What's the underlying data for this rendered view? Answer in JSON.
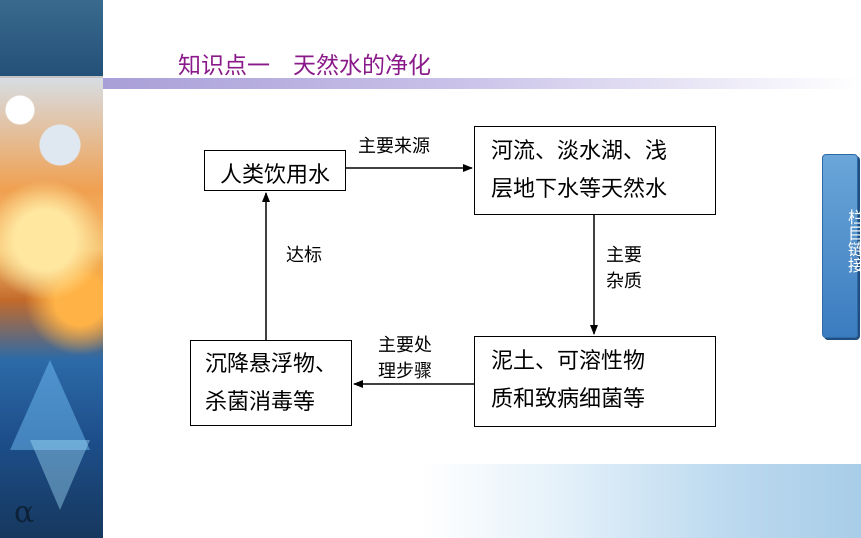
{
  "header": {
    "title": "知识点一　天然水的净化"
  },
  "nav": {
    "label": "栏目链接"
  },
  "diagram": {
    "nodes": {
      "drinking_water": {
        "line1": "人类饮用水"
      },
      "natural_water": {
        "line1": "河流、淡水湖、浅",
        "line2": "层地下水等天然水"
      },
      "impurities": {
        "line1": "泥土、可溶性物",
        "line2": "质和致病细菌等"
      },
      "treatment": {
        "line1": "沉降悬浮物、",
        "line2": "杀菌消毒等"
      }
    },
    "edges": {
      "main_source": {
        "label": "主要来源"
      },
      "main_impurities": {
        "line1": "主要",
        "line2": "杂质"
      },
      "main_steps": {
        "line1": "主要处",
        "line2": "理步骤"
      },
      "meets_standard": {
        "label": "达标"
      }
    }
  }
}
